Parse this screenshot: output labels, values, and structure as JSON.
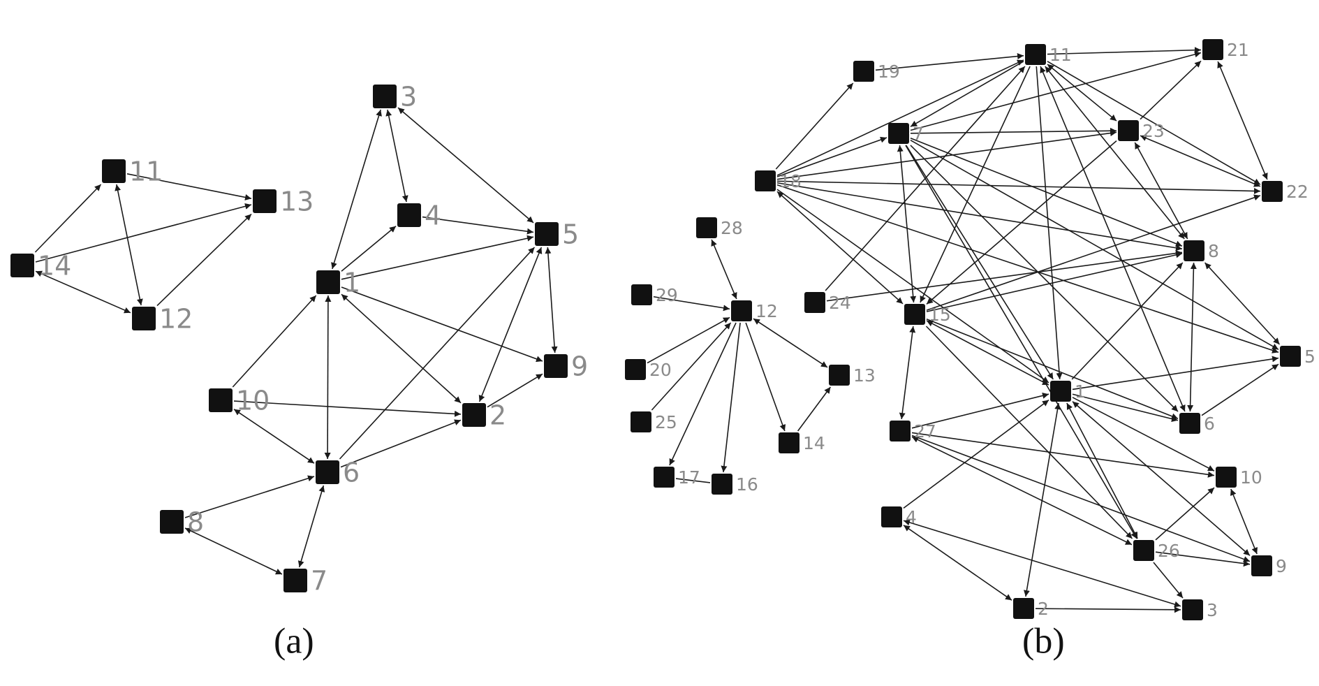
{
  "colors": {
    "node": "#111111",
    "edge": "#1a1a1a",
    "label": "#8a8a8a",
    "background": "#ffffff"
  },
  "graphs": [
    {
      "id": "a",
      "caption": "(a)",
      "nodes": [
        {
          "id": "1",
          "label": "1"
        },
        {
          "id": "2",
          "label": "2"
        },
        {
          "id": "3",
          "label": "3"
        },
        {
          "id": "4",
          "label": "4"
        },
        {
          "id": "5",
          "label": "5"
        },
        {
          "id": "6",
          "label": "6"
        },
        {
          "id": "7",
          "label": "7"
        },
        {
          "id": "8",
          "label": "8"
        },
        {
          "id": "9",
          "label": "9"
        },
        {
          "id": "10",
          "label": "10"
        },
        {
          "id": "11",
          "label": "11"
        },
        {
          "id": "12",
          "label": "12"
        },
        {
          "id": "13",
          "label": "13"
        },
        {
          "id": "14",
          "label": "14"
        }
      ],
      "edges": [
        {
          "from": "14",
          "to": "11",
          "dir": "to"
        },
        {
          "from": "14",
          "to": "13",
          "dir": "to"
        },
        {
          "from": "14",
          "to": "12",
          "dir": "both"
        },
        {
          "from": "11",
          "to": "13",
          "dir": "to"
        },
        {
          "from": "11",
          "to": "12",
          "dir": "both"
        },
        {
          "from": "12",
          "to": "13",
          "dir": "to"
        },
        {
          "from": "3",
          "to": "4",
          "dir": "both"
        },
        {
          "from": "3",
          "to": "5",
          "dir": "both"
        },
        {
          "from": "3",
          "to": "1",
          "dir": "both"
        },
        {
          "from": "4",
          "to": "5",
          "dir": "to"
        },
        {
          "from": "1",
          "to": "4",
          "dir": "to"
        },
        {
          "from": "1",
          "to": "5",
          "dir": "to"
        },
        {
          "from": "1",
          "to": "9",
          "dir": "to"
        },
        {
          "from": "1",
          "to": "2",
          "dir": "both"
        },
        {
          "from": "1",
          "to": "6",
          "dir": "both"
        },
        {
          "from": "10",
          "to": "1",
          "dir": "to"
        },
        {
          "from": "10",
          "to": "2",
          "dir": "to"
        },
        {
          "from": "10",
          "to": "6",
          "dir": "both"
        },
        {
          "from": "5",
          "to": "9",
          "dir": "both"
        },
        {
          "from": "5",
          "to": "2",
          "dir": "both"
        },
        {
          "from": "6",
          "to": "5",
          "dir": "to"
        },
        {
          "from": "6",
          "to": "2",
          "dir": "to"
        },
        {
          "from": "2",
          "to": "9",
          "dir": "to"
        },
        {
          "from": "8",
          "to": "6",
          "dir": "to"
        },
        {
          "from": "8",
          "to": "7",
          "dir": "both"
        },
        {
          "from": "6",
          "to": "7",
          "dir": "both"
        }
      ]
    },
    {
      "id": "b",
      "caption": "(b)",
      "nodes": [
        {
          "id": "1",
          "label": "1"
        },
        {
          "id": "2",
          "label": "2"
        },
        {
          "id": "3",
          "label": "3"
        },
        {
          "id": "4",
          "label": "4"
        },
        {
          "id": "5",
          "label": "5"
        },
        {
          "id": "6",
          "label": "6"
        },
        {
          "id": "7",
          "label": "7"
        },
        {
          "id": "8",
          "label": "8"
        },
        {
          "id": "9",
          "label": "9"
        },
        {
          "id": "10",
          "label": "10"
        },
        {
          "id": "11",
          "label": "11"
        },
        {
          "id": "12",
          "label": "12"
        },
        {
          "id": "13",
          "label": "13"
        },
        {
          "id": "14",
          "label": "14"
        },
        {
          "id": "15",
          "label": "15"
        },
        {
          "id": "16",
          "label": "16"
        },
        {
          "id": "17",
          "label": "17"
        },
        {
          "id": "18",
          "label": "18"
        },
        {
          "id": "19",
          "label": "19"
        },
        {
          "id": "20",
          "label": "20"
        },
        {
          "id": "21",
          "label": "21"
        },
        {
          "id": "22",
          "label": "22"
        },
        {
          "id": "23",
          "label": "23"
        },
        {
          "id": "24",
          "label": "24"
        },
        {
          "id": "25",
          "label": "25"
        },
        {
          "id": "26",
          "label": "26"
        },
        {
          "id": "27",
          "label": "27"
        },
        {
          "id": "28",
          "label": "28"
        },
        {
          "id": "29",
          "label": "29"
        }
      ],
      "edges": [
        {
          "from": "28",
          "to": "12",
          "dir": "both"
        },
        {
          "from": "29",
          "to": "12",
          "dir": "to"
        },
        {
          "from": "20",
          "to": "12",
          "dir": "to"
        },
        {
          "from": "25",
          "to": "12",
          "dir": "to"
        },
        {
          "from": "12",
          "to": "17",
          "dir": "to"
        },
        {
          "from": "12",
          "to": "16",
          "dir": "to"
        },
        {
          "from": "12",
          "to": "14",
          "dir": "to"
        },
        {
          "from": "12",
          "to": "13",
          "dir": "both"
        },
        {
          "from": "14",
          "to": "13",
          "dir": "to"
        },
        {
          "from": "17",
          "to": "16",
          "dir": "none"
        },
        {
          "from": "19",
          "to": "11",
          "dir": "to"
        },
        {
          "from": "18",
          "to": "19",
          "dir": "to"
        },
        {
          "from": "18",
          "to": "11",
          "dir": "to"
        },
        {
          "from": "18",
          "to": "7",
          "dir": "to"
        },
        {
          "from": "18",
          "to": "23",
          "dir": "to"
        },
        {
          "from": "18",
          "to": "22",
          "dir": "to"
        },
        {
          "from": "18",
          "to": "8",
          "dir": "to"
        },
        {
          "from": "18",
          "to": "5",
          "dir": "to"
        },
        {
          "from": "18",
          "to": "15",
          "dir": "both"
        },
        {
          "from": "18",
          "to": "1",
          "dir": "to"
        },
        {
          "from": "11",
          "to": "21",
          "dir": "to"
        },
        {
          "from": "11",
          "to": "23",
          "dir": "both"
        },
        {
          "from": "11",
          "to": "8",
          "dir": "both"
        },
        {
          "from": "11",
          "to": "22",
          "dir": "to"
        },
        {
          "from": "11",
          "to": "6",
          "dir": "both"
        },
        {
          "from": "11",
          "to": "7",
          "dir": "to"
        },
        {
          "from": "11",
          "to": "15",
          "dir": "to"
        },
        {
          "from": "11",
          "to": "1",
          "dir": "to"
        },
        {
          "from": "7",
          "to": "23",
          "dir": "to"
        },
        {
          "from": "7",
          "to": "21",
          "dir": "to"
        },
        {
          "from": "7",
          "to": "8",
          "dir": "to"
        },
        {
          "from": "7",
          "to": "5",
          "dir": "to"
        },
        {
          "from": "7",
          "to": "6",
          "dir": "to"
        },
        {
          "from": "7",
          "to": "1",
          "dir": "to"
        },
        {
          "from": "7",
          "to": "15",
          "dir": "both"
        },
        {
          "from": "7",
          "to": "26",
          "dir": "to"
        },
        {
          "from": "23",
          "to": "21",
          "dir": "to"
        },
        {
          "from": "23",
          "to": "22",
          "dir": "both"
        },
        {
          "from": "23",
          "to": "8",
          "dir": "both"
        },
        {
          "from": "23",
          "to": "15",
          "dir": "to"
        },
        {
          "from": "21",
          "to": "22",
          "dir": "both"
        },
        {
          "from": "24",
          "to": "11",
          "dir": "to"
        },
        {
          "from": "24",
          "to": "8",
          "dir": "to"
        },
        {
          "from": "15",
          "to": "8",
          "dir": "to"
        },
        {
          "from": "15",
          "to": "22",
          "dir": "to"
        },
        {
          "from": "15",
          "to": "1",
          "dir": "both"
        },
        {
          "from": "15",
          "to": "27",
          "dir": "both"
        },
        {
          "from": "15",
          "to": "6",
          "dir": "to"
        },
        {
          "from": "15",
          "to": "26",
          "dir": "to"
        },
        {
          "from": "8",
          "to": "6",
          "dir": "both"
        },
        {
          "from": "8",
          "to": "5",
          "dir": "both"
        },
        {
          "from": "1",
          "to": "8",
          "dir": "to"
        },
        {
          "from": "1",
          "to": "5",
          "dir": "to"
        },
        {
          "from": "1",
          "to": "6",
          "dir": "to"
        },
        {
          "from": "1",
          "to": "10",
          "dir": "to"
        },
        {
          "from": "1",
          "to": "9",
          "dir": "both"
        },
        {
          "from": "1",
          "to": "26",
          "dir": "both"
        },
        {
          "from": "1",
          "to": "2",
          "dir": "both"
        },
        {
          "from": "4",
          "to": "1",
          "dir": "to"
        },
        {
          "from": "4",
          "to": "2",
          "dir": "both"
        },
        {
          "from": "4",
          "to": "3",
          "dir": "both"
        },
        {
          "from": "27",
          "to": "1",
          "dir": "to"
        },
        {
          "from": "27",
          "to": "10",
          "dir": "to"
        },
        {
          "from": "27",
          "to": "26",
          "dir": "both"
        },
        {
          "from": "27",
          "to": "9",
          "dir": "to"
        },
        {
          "from": "26",
          "to": "10",
          "dir": "to"
        },
        {
          "from": "26",
          "to": "9",
          "dir": "to"
        },
        {
          "from": "26",
          "to": "3",
          "dir": "to"
        },
        {
          "from": "10",
          "to": "9",
          "dir": "both"
        },
        {
          "from": "6",
          "to": "5",
          "dir": "to"
        },
        {
          "from": "2",
          "to": "3",
          "dir": "to"
        }
      ]
    }
  ]
}
